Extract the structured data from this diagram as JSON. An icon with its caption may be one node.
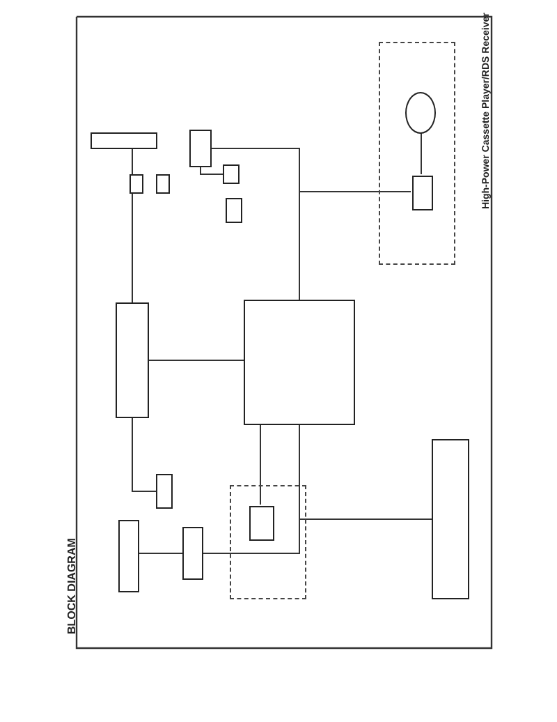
{
  "diagram": {
    "title": "BLOCK DIAGRAM",
    "nodes": [
      {
        "text": [],
        "shape": "box"
      },
      {
        "text": [],
        "shape": "box"
      },
      {
        "text": [],
        "shape": "box"
      },
      {
        "text": [],
        "shape": "box"
      },
      {
        "text": [],
        "shape": "box"
      },
      {
        "text": [],
        "shape": "box"
      },
      {
        "text": [],
        "shape": "box"
      },
      {
        "text": [],
        "shape": "box"
      },
      {
        "text": [],
        "shape": "box"
      },
      {
        "text": [],
        "shape": "circle",
        "in": 8
      },
      {
        "text": [],
        "shape": "box",
        "in": 8
      },
      {
        "text": [],
        "shape": "box"
      },
      {
        "text": [],
        "shape": "box",
        "in": 11
      },
      {
        "text": [],
        "shape": "box"
      },
      {
        "text": [],
        "shape": "box"
      },
      {
        "text": [],
        "shape": "box"
      },
      {
        "text": [],
        "shape": "box"
      }
    ],
    "edges": [
      {
        "from": 2,
        "to": 1,
        "arrow": "none"
      },
      {
        "from": 1,
        "to": 0,
        "arrow": "none"
      },
      {
        "from": 3,
        "to": 0,
        "arrow": "none"
      },
      {
        "from": 9,
        "to": 10,
        "arrow": "none"
      },
      {
        "from": 10,
        "to": 0,
        "arrow": "none"
      },
      {
        "from": 12,
        "to": 0,
        "arrow": "none"
      },
      {
        "from": 13,
        "to": 0,
        "arrow": "none"
      },
      {
        "from": 14,
        "to": 15,
        "arrow": "none"
      },
      {
        "from": 15,
        "to": 0,
        "arrow": "none"
      },
      {
        "from": 16,
        "to": 1,
        "arrow": "none"
      },
      {
        "from": 6,
        "to": 3,
        "arrow": "none"
      }
    ],
    "labels": [
      "High-Power Cassette Player/RDS Receiver"
    ]
  }
}
